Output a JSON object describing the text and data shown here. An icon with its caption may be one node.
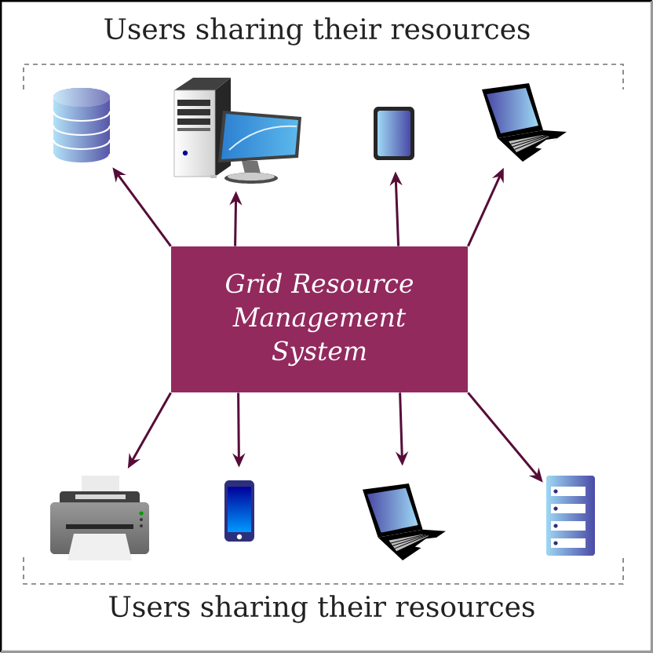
{
  "diagram": {
    "nodes": [
      {
        "text": [
          "Grid Resource Management System"
        ]
      },
      {
        "text": [],
        "shape": "database"
      },
      {
        "text": [],
        "shape": "computer"
      },
      {
        "text": [],
        "shape": "tablet"
      },
      {
        "text": [],
        "shape": "laptop"
      },
      {
        "text": [],
        "shape": "printer"
      },
      {
        "text": [],
        "shape": "phone"
      },
      {
        "text": [],
        "shape": "laptop"
      },
      {
        "text": [],
        "shape": "server"
      }
    ],
    "edges": [
      {
        "from": 0,
        "to": 1,
        "arrow": "to"
      },
      {
        "from": 0,
        "to": 2,
        "arrow": "to"
      },
      {
        "from": 0,
        "to": 3,
        "arrow": "to"
      },
      {
        "from": 0,
        "to": 4,
        "arrow": "to"
      },
      {
        "from": 0,
        "to": 5,
        "arrow": "to"
      },
      {
        "from": 0,
        "to": 6,
        "arrow": "to"
      },
      {
        "from": 0,
        "to": 7,
        "arrow": "to"
      },
      {
        "from": 0,
        "to": 8,
        "arrow": "to"
      }
    ],
    "labels": [
      "Users sharing their resources",
      "Users sharing their resources"
    ]
  }
}
